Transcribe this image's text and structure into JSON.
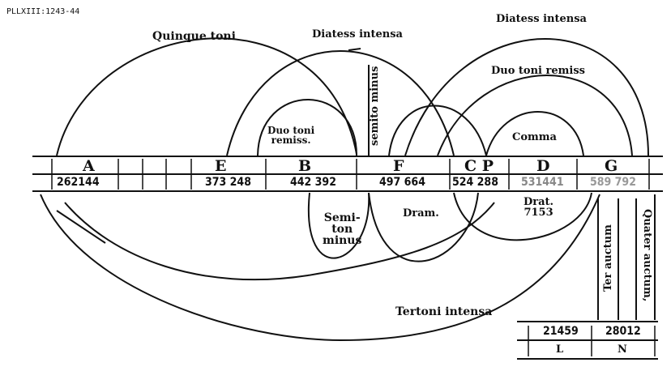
{
  "ref": "PLLXIII:1243-44",
  "arcs": {
    "quinque": "Quinque toni",
    "diatess1": "Diatess intensa",
    "diatess2": "Diatess intensa",
    "duo_toni_remiss_top": "Duo toni remiss",
    "semito_minus": "semito minus",
    "duo_toni_remiss": "Duo toni\nremiss.",
    "comma": "Comma",
    "semiton_minus": "Semi-\nton\nminus",
    "dram": "Dram.",
    "drat": "Drat.\n7153",
    "tertoni": "Tertoni intensa",
    "ter_auctum": "Ter auctum",
    "quater_auctum": "Quater auctum,"
  },
  "notes": [
    {
      "letter": "A",
      "value": "262144"
    },
    {
      "letter": "E",
      "value": "373 248"
    },
    {
      "letter": "B",
      "value": "442 392"
    },
    {
      "letter": "F",
      "value": "497 664"
    },
    {
      "letter": "C P",
      "value": "524 288"
    },
    {
      "letter": "D",
      "value": "531441"
    },
    {
      "letter": "G",
      "value": "589 792"
    }
  ],
  "lower_table": {
    "values": [
      "21459",
      "28012"
    ],
    "letters": [
      "L",
      "N"
    ]
  }
}
